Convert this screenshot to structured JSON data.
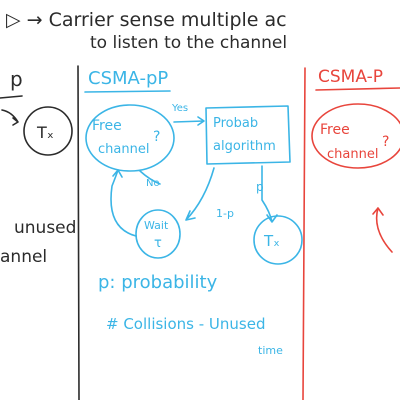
{
  "header": {
    "line1": "▷ → Carrier sense multiple ac",
    "line2": "to listen to the channel"
  },
  "left_panel": {
    "title_fragment": "p",
    "tx": "Tₓ",
    "unused_line1": "unused",
    "unused_line2": "annel"
  },
  "middle_panel": {
    "title": "CSMA-pP",
    "free_channel": [
      "Free",
      "channel",
      "?"
    ],
    "yes": "Yes",
    "no": "No",
    "prob_algo": [
      "Probab",
      "algorithm"
    ],
    "p_label": "p",
    "one_minus_p": "1-p",
    "wait": [
      "Wait",
      "τ"
    ],
    "tx": "Tₓ",
    "probability_note": "p: probability",
    "collisions_note_line1": "# Collisions - Unused",
    "collisions_note_line2": "time"
  },
  "right_panel": {
    "title": "CSMA-P",
    "free_channel": [
      "Free",
      "channel",
      "?"
    ]
  },
  "colors": {
    "black_ink": "#2b2b2b",
    "blue_ink": "#3bb5e6",
    "red_ink": "#e8453c"
  }
}
